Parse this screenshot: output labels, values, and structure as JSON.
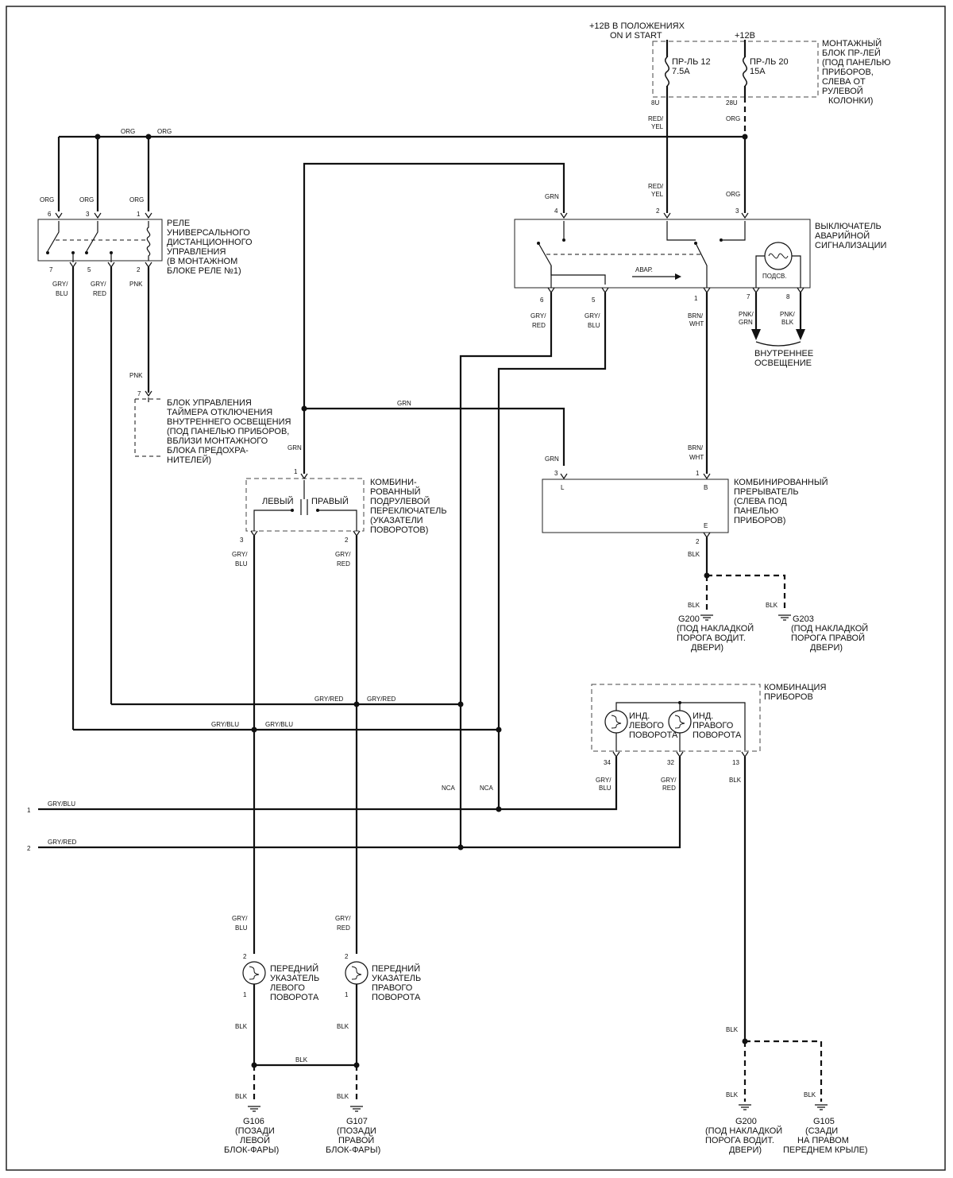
{
  "power": {
    "ign_label_1": "+12В В ПОЛОЖЕНИЯХ",
    "ign_label_2": "ON И  START",
    "batt_label": "+12В"
  },
  "fuse_block": {
    "title": [
      "МОНТАЖНЫЙ",
      "БЛОК ПР-ЛЕЙ",
      "(ПОД ПАНЕЛЬЮ",
      "ПРИБОРОВ,",
      "СЛЕВА ОТ",
      "РУЛЕВОЙ",
      "КОЛОНКИ)"
    ],
    "fuse12": [
      "ПР-ЛЬ 12",
      "7.5A"
    ],
    "fuse20": [
      "ПР-ЛЬ 20",
      "15A"
    ],
    "pin_8u": "8U",
    "pin_28u": "28U"
  },
  "relay": {
    "title": [
      "РЕЛЕ",
      "УНИВЕРСАЛЬНОГО",
      "ДИСТАНЦИОННОГО",
      "УПРАВЛЕНИЯ",
      "(В МОНТАЖНОМ",
      "БЛОКЕ РЕЛЕ №1)"
    ],
    "pins_top": [
      "6",
      "3",
      "1"
    ],
    "pins_bottom": [
      "7",
      "5",
      "2"
    ]
  },
  "hazard_switch": {
    "title": [
      "ВЫКЛЮЧАТЕЛЬ",
      "АВАРИЙНОЙ",
      "СИГНАЛИЗАЦИИ"
    ],
    "pins_top": [
      "4",
      "2",
      "3"
    ],
    "pins_bottom": [
      "6",
      "5",
      "1",
      "7",
      "8"
    ],
    "avar": "АВАР.",
    "podsv": "ПОДСВ."
  },
  "interior_light": [
    "ВНУТРЕННЕЕ",
    "ОСВЕЩЕНИЕ"
  ],
  "timer_unit": {
    "pin": "7",
    "title": [
      "БЛОК УПРАВЛЕНИЯ",
      "ТАЙМЕРА ОТКЛЮЧЕНИЯ",
      "ВНУТРЕННЕГО ОСВЕЩЕНИЯ",
      "(ПОД ПАНЕЛЬЮ ПРИБОРОВ,",
      "ВБЛИЗИ  МОНТАЖНОГО",
      "БЛОКА ПРЕДОХРА-",
      "НИТЕЛЕЙ)"
    ]
  },
  "turn_switch": {
    "title": [
      "КОМБИНИ-",
      "РОВАННЫЙ",
      "ПОДРУЛЕВОЙ",
      "ПЕРЕКЛЮЧАТЕЛЬ",
      "(УКАЗАТЕЛИ",
      "ПОВОРОТОВ)"
    ],
    "left": "ЛЕВЫЙ",
    "right": "ПРАВЫЙ",
    "pin_top": "1",
    "pin_l": "3",
    "pin_r": "2"
  },
  "flasher": {
    "title": [
      "КОМБИНИРОВАННЫЙ",
      "ПРЕРЫВАТЕЛЬ",
      "(СЛЕВА ПОД",
      "ПАНЕЛЬЮ",
      "ПРИБОРОВ)"
    ],
    "pin_l": "L",
    "pin_b": "B",
    "pin_e": "E",
    "num_l": "3",
    "num_b": "1",
    "num_e": "2"
  },
  "grounds": {
    "g200a": [
      "G200",
      "(ПОД НАКЛАДКОЙ",
      "ПОРОГА ВОДИТ.",
      "ДВЕРИ)"
    ],
    "g203": [
      "G203",
      "(ПОД НАКЛАДКОЙ",
      "ПОРОГА ПРАВОЙ",
      "ДВЕРИ)"
    ],
    "g106": [
      "G106",
      "(ПОЗАДИ",
      "ЛЕВОЙ",
      "БЛОК-ФАРЫ)"
    ],
    "g107": [
      "G107",
      "(ПОЗАДИ",
      "ПРАВОЙ",
      "БЛОК-ФАРЫ)"
    ],
    "g200b": [
      "G200",
      "(ПОД НАКЛАДКОЙ",
      "ПОРОГА ВОДИТ.",
      "ДВЕРИ)"
    ],
    "g105": [
      "G105",
      "(СЗАДИ",
      "НА ПРАВОМ",
      "ПЕРЕДНЕМ КРЫЛЕ)"
    ]
  },
  "cluster": {
    "title": [
      "КОМБИНАЦИЯ",
      "ПРИБОРОВ"
    ],
    "left_ind": [
      "ИНД.",
      "ЛЕВОГО",
      "ПОВОРОТА"
    ],
    "right_ind": [
      "ИНД.",
      "ПРАВОГО",
      "ПОВОРОТА"
    ],
    "pins": [
      "34",
      "32",
      "13"
    ]
  },
  "lamps": {
    "left": [
      "ПЕРЕДНИЙ",
      "УКАЗАТЕЛЬ",
      "ЛЕВОГО",
      "ПОВОРОТА"
    ],
    "right": [
      "ПЕРЕДНИЙ",
      "УКАЗАТЕЛЬ",
      "ПРАВОГО",
      "ПОВОРОТА"
    ],
    "pin2": "2",
    "pin1": "1"
  },
  "wires": {
    "ORG": "ORG",
    "GRN": "GRN",
    "PNK": "PNK",
    "BLK": "BLK",
    "NCA": "NCA",
    "RED": "RED/",
    "YEL": "YEL",
    "GRY": "GRY/",
    "BLU": "BLU",
    "REDC": "RED",
    "BRN": "BRN/",
    "WHT": "WHT",
    "PNK2": "PNK/",
    "GRN2": "GRN",
    "BLK2": "BLK",
    "GRYRED": "GRY/RED",
    "GRYBLU": "GRY/BLU"
  },
  "connectors": {
    "c1": "1",
    "c2": "2"
  }
}
